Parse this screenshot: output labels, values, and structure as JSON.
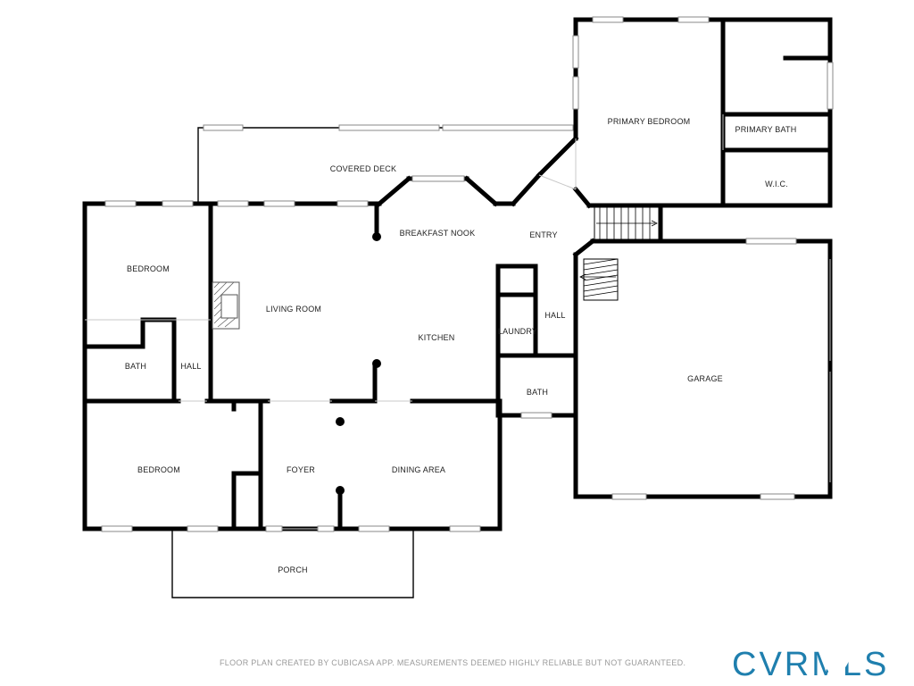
{
  "rooms": {
    "primary_bedroom": "PRIMARY BEDROOM",
    "primary_bath": "PRIMARY BATH",
    "wic": "W.I.C.",
    "covered_deck": "COVERED DECK",
    "breakfast_nook": "BREAKFAST NOOK",
    "entry": "ENTRY",
    "bedroom_top": "BEDROOM",
    "living_room": "LIVING ROOM",
    "kitchen": "KITCHEN",
    "laundry": "LAUNDRY",
    "hall_right": "HALL",
    "bath_left": "BATH",
    "hall_left": "HALL",
    "bath_center": "BATH",
    "garage": "GARAGE",
    "bedroom_bottom": "BEDROOM",
    "foyer": "FOYER",
    "dining_area": "DINING AREA",
    "porch": "PORCH"
  },
  "footer": {
    "disclaimer": "FLOOR PLAN CREATED BY CUBICASA APP. MEASUREMENTS DEEMED HIGHLY RELIABLE BUT NOT GUARANTEED.",
    "logo_text": "CVRMLS",
    "logo_pin_icon": "map-pin-icon"
  },
  "colors": {
    "wall": "#000000",
    "label": "#222222",
    "disclaimer": "#9a9a9a",
    "logo": "#1f7fae"
  }
}
